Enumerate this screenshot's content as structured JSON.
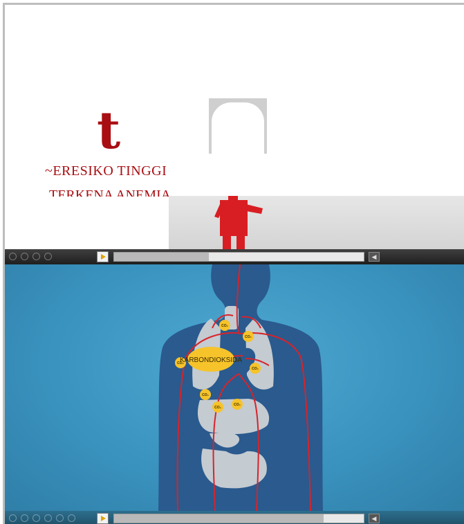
{
  "slide": {
    "big_letter": "t",
    "line1": "~ERESIKO  TINGGI",
    "line2_partial": "TERKENA   ANEMIA"
  },
  "diagram": {
    "center_label": "KARBONDIOKSIDA",
    "molecule_label": "CO₂",
    "colors": {
      "background": "#3a93bf",
      "body": "#2a5a8e",
      "organs": "#bfc6cc",
      "vessel": "#d8232a",
      "label": "#f6c32a"
    }
  },
  "player_top": {
    "progress_fraction": 0.38
  },
  "player_bottom": {
    "progress_fraction": 0.84
  },
  "icons": {
    "play": "play-icon",
    "volume": "volume-icon"
  }
}
